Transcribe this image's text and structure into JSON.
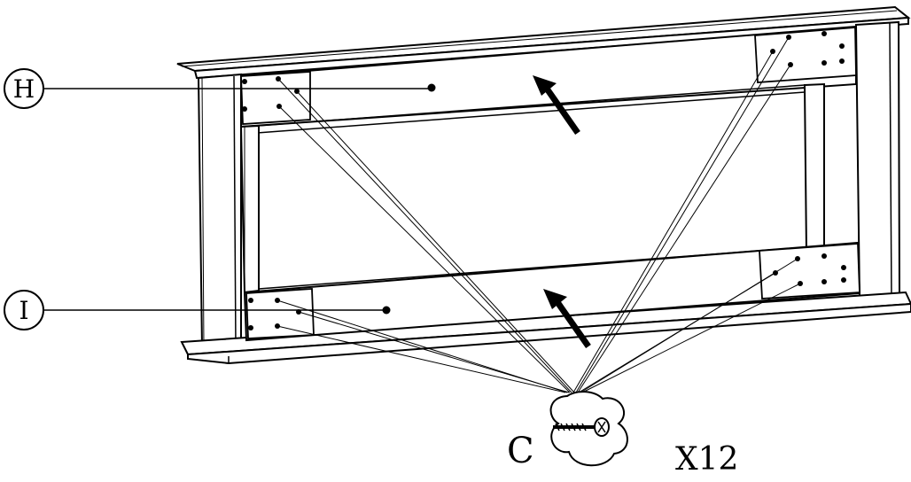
{
  "callouts": {
    "part_h": "H",
    "part_i": "I"
  },
  "hardware": {
    "screw_label": "C",
    "quantity": "X12"
  },
  "colors": {
    "ink": "#000000",
    "paper": "#ffffff"
  }
}
